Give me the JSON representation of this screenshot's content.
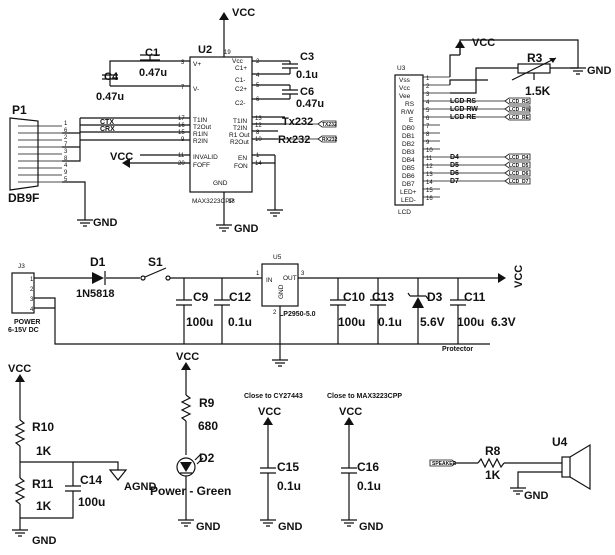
{
  "power": {
    "vcc": "VCC",
    "gnd": "GND",
    "agnd": "AGND"
  },
  "u2": {
    "ref": "U2",
    "part": "MAX3223CPP",
    "pins_left": [
      "V+",
      "V-",
      "T1IN",
      "T2Out",
      "R1IN",
      "R2IN",
      "INVALID",
      "FOFF"
    ],
    "pins_right": [
      "Vcc",
      "C1+",
      "C1-",
      "C2+",
      "C2-",
      "T1IN",
      "T2IN",
      "R1 Out",
      "R2Out",
      "EN",
      "FON",
      "GND"
    ],
    "pin_numbers": [
      "3",
      "7",
      "17",
      "16",
      "15",
      "9",
      "11",
      "20",
      "19",
      "2",
      "4",
      "5",
      "6",
      "13",
      "12",
      "8",
      "10",
      "1",
      "14",
      "18"
    ],
    "ctx": "CTX",
    "crx": "CRX",
    "tx232": "Tx232",
    "rx232": "Rx232",
    "tag_tx": "TX232",
    "tag_rx": "RX232"
  },
  "caps_u2": {
    "c1": "C1",
    "c1v": "0.47u",
    "c3": "C3",
    "c3v": "0.1u",
    "c4": "C4",
    "c4v": "0.47u",
    "c6": "C6",
    "c6v": "0.47u"
  },
  "p1": {
    "ref": "P1",
    "part": "DB9F",
    "pins": [
      "1",
      "6",
      "2",
      "7",
      "3",
      "8",
      "4",
      "9",
      "5"
    ]
  },
  "lcd": {
    "ref": "U3",
    "part": "LCD",
    "pins": [
      "Vss",
      "Vcc",
      "Vee",
      "RS",
      "R/W",
      "E",
      "DB0",
      "DB1",
      "DB2",
      "DB3",
      "DB4",
      "DB5",
      "DB6",
      "DB7",
      "LED+",
      "LED-"
    ],
    "pin_numbers": [
      "1",
      "2",
      "3",
      "4",
      "5",
      "6",
      "7",
      "8",
      "9",
      "10",
      "11",
      "12",
      "13",
      "14",
      "15",
      "16"
    ],
    "nets": [
      "LCD RS",
      "LCD RW",
      "LCD RE",
      "D4",
      "D5",
      "D6",
      "D7"
    ],
    "tags": [
      "LCD_RS",
      "LCD_RW",
      "LCD_RE",
      "LCD_D4",
      "LCD_D5",
      "LCD_D6",
      "LCD_D7"
    ],
    "r3": "R3",
    "r3v": "1.5K"
  },
  "supply": {
    "j3": "J3",
    "j3_label": "POWER",
    "j3_range": "6-15V DC",
    "j3_pins": [
      "1",
      "2",
      "3",
      "4"
    ],
    "d1": "D1",
    "d1v": "1N5818",
    "s1": "S1",
    "c9": "C9",
    "c9v": "100u",
    "c12": "C12",
    "c12v": "0.1u",
    "u5": "U5",
    "u5_in": "IN",
    "u5_out": "OUT",
    "u5_gnd": "GND",
    "u5_part": "LP2950-5.0",
    "u5_pins": [
      "1",
      "3",
      "2"
    ],
    "c10": "C10",
    "c10v": "100u",
    "c13": "C13",
    "c13v": "0.1u",
    "d3": "D3",
    "d3v": "5.6V",
    "c11": "C11",
    "c11v": "100u",
    "c11v2": "6.3V",
    "protector": "Protector"
  },
  "agnd_block": {
    "r10": "R10",
    "r10v": "1K",
    "r11": "R11",
    "r11v": "1K",
    "c14": "C14",
    "c14v": "100u"
  },
  "led": {
    "r9": "R9",
    "r9v": "680",
    "d2": "D2",
    "d2v": "Power - Green"
  },
  "decoupling": {
    "note1": "Close to CY27443",
    "note2": "Close to MAX3223CPP",
    "c15": "C15",
    "c15v": "0.1u",
    "c16": "C16",
    "c16v": "0.1u"
  },
  "speaker": {
    "tag": "SPEAKER",
    "r8": "R8",
    "r8v": "1K",
    "u4": "U4"
  }
}
